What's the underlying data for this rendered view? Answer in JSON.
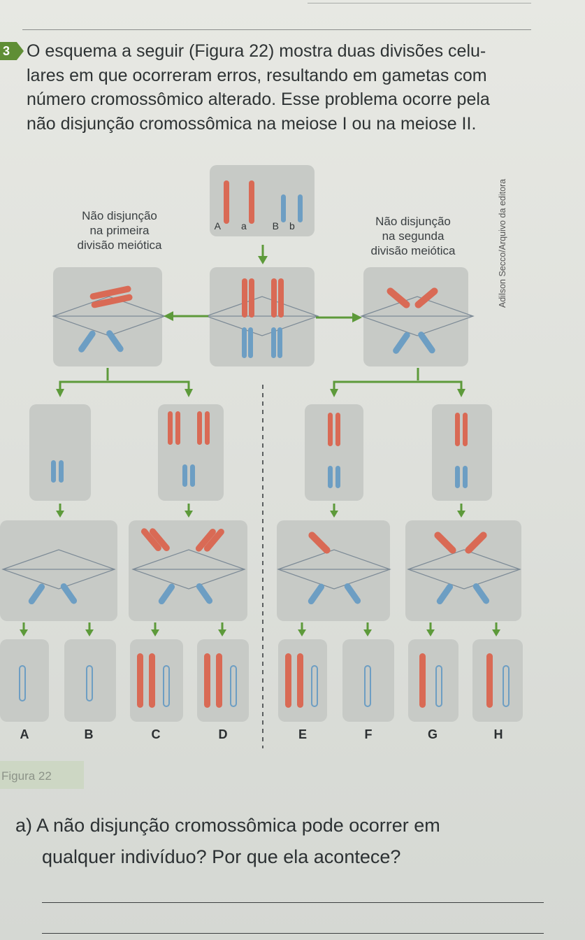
{
  "question": {
    "number": "3",
    "lines": [
      "O esquema a seguir (Figura 22) mostra duas divisões celu-",
      "lares em que ocorreram erros, resultando em gametas com",
      "número cromossômico alterado. Esse problema ocorre pela",
      "não disjunção cromossômica na meiose I ou na meiose II."
    ]
  },
  "figure": {
    "label_left": [
      "Não disjunção",
      "na primeira",
      "divisão meiótica"
    ],
    "label_right": [
      "Não disjunção",
      "na segunda",
      "divisão meiótica"
    ],
    "allele_A": "A",
    "allele_a": "a",
    "allele_B": "B",
    "allele_b": "b",
    "credit": "Adilson Secco/Arquivo da editora",
    "gametes": [
      "A",
      "B",
      "C",
      "D",
      "E",
      "F",
      "G",
      "H"
    ],
    "caption": "Figura 22",
    "colors": {
      "panel": "#c9ccc8",
      "red_chromosome": "#d96a55",
      "blue_chromosome": "#6d9ec3",
      "arrow": "#5d9a3a"
    }
  },
  "subquestion": {
    "lines": [
      "a) A não disjunção cromossômica pode ocorrer em",
      "qualquer indivíduo? Por que ela acontece?"
    ]
  }
}
